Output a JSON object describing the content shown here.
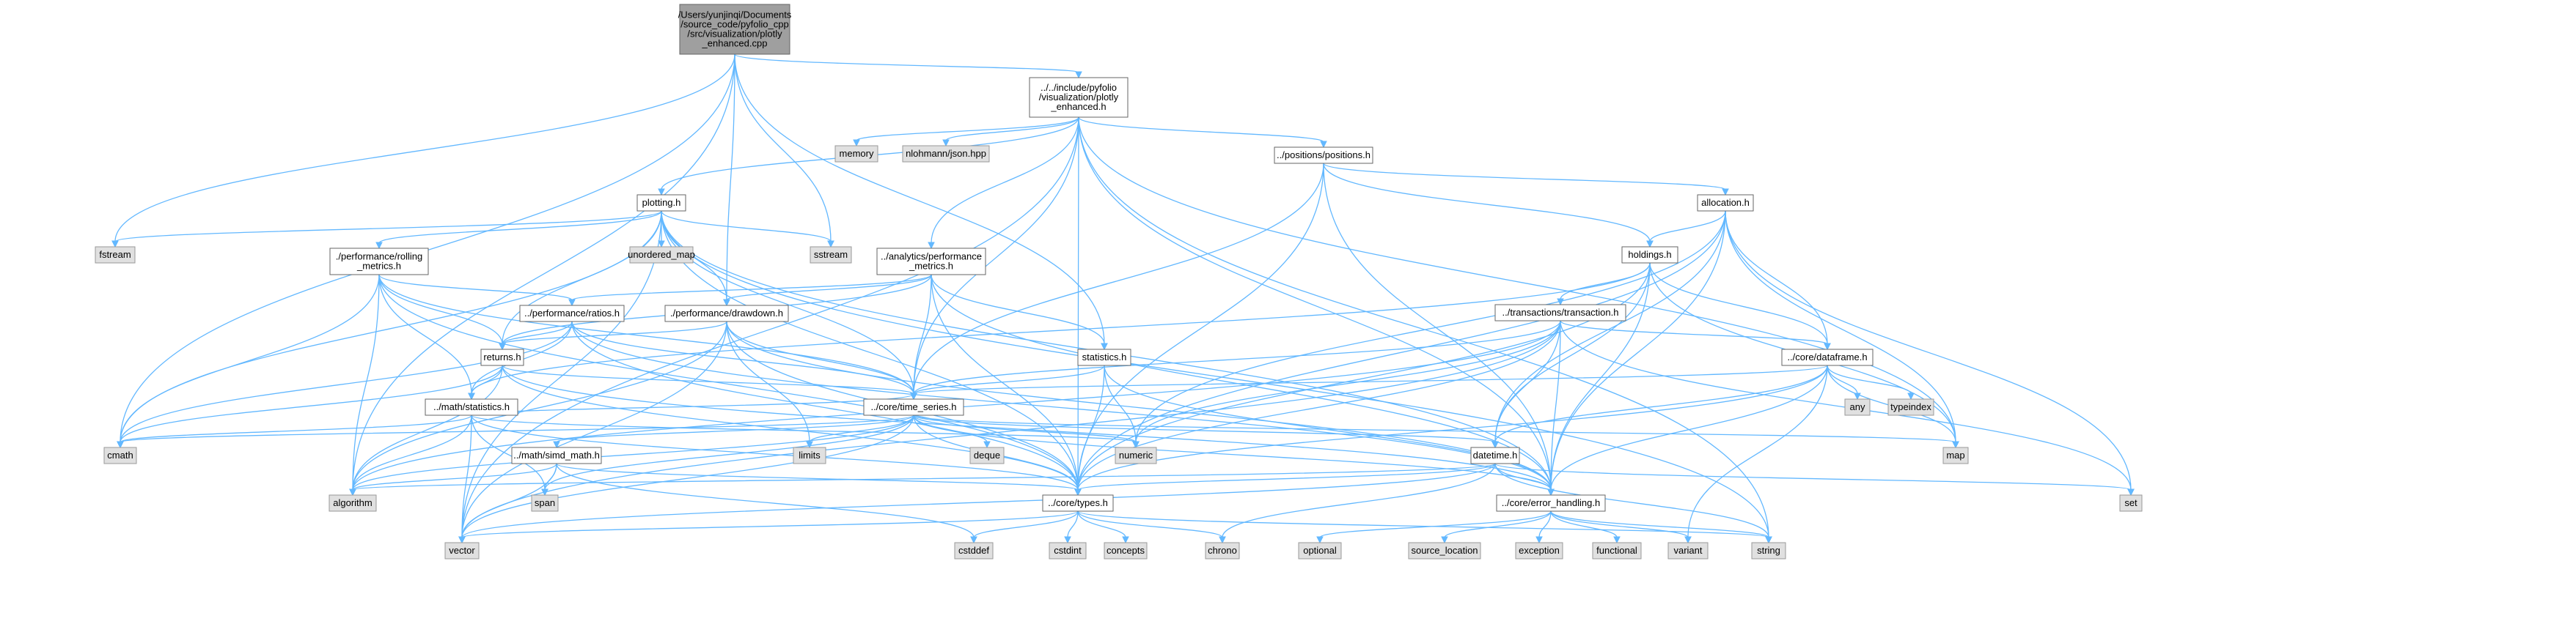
{
  "diagram": {
    "title": "",
    "colors": {
      "edge": "#63b8ff",
      "root_fill": "#9f9f9f",
      "system_fill": "#e0e0e0",
      "local_fill": "#ffffff",
      "border": "#666666"
    },
    "nodes": [
      {
        "id": "root",
        "lines": [
          "/Users/yunjinqi/Documents",
          "/source_code/pyfolio_cpp",
          "/src/visualization/plotly",
          "_enhanced.cpp"
        ],
        "kind": "root"
      },
      {
        "id": "plotly_h",
        "lines": [
          "../../include/pyfolio",
          "/visualization/plotly",
          "_enhanced.h"
        ],
        "kind": "local"
      },
      {
        "id": "memory",
        "lines": [
          "memory"
        ],
        "kind": "system"
      },
      {
        "id": "json",
        "lines": [
          "nlohmann/json.hpp"
        ],
        "kind": "system"
      },
      {
        "id": "positions",
        "lines": [
          "../positions/positions.h"
        ],
        "kind": "local"
      },
      {
        "id": "plotting",
        "lines": [
          "plotting.h"
        ],
        "kind": "local"
      },
      {
        "id": "allocation",
        "lines": [
          "allocation.h"
        ],
        "kind": "local"
      },
      {
        "id": "fstream",
        "lines": [
          "fstream"
        ],
        "kind": "system"
      },
      {
        "id": "unordered_map",
        "lines": [
          "unordered_map"
        ],
        "kind": "system"
      },
      {
        "id": "sstream",
        "lines": [
          "sstream"
        ],
        "kind": "system"
      },
      {
        "id": "rolling",
        "lines": [
          "./performance/rolling",
          "_metrics.h"
        ],
        "kind": "local"
      },
      {
        "id": "analytics",
        "lines": [
          "../analytics/performance",
          "_metrics.h"
        ],
        "kind": "local"
      },
      {
        "id": "holdings",
        "lines": [
          "holdings.h"
        ],
        "kind": "local"
      },
      {
        "id": "ratios",
        "lines": [
          "../performance/ratios.h"
        ],
        "kind": "local"
      },
      {
        "id": "drawdown",
        "lines": [
          "./performance/drawdown.h"
        ],
        "kind": "local"
      },
      {
        "id": "transaction",
        "lines": [
          "../transactions/transaction.h"
        ],
        "kind": "local"
      },
      {
        "id": "returns",
        "lines": [
          "returns.h"
        ],
        "kind": "local"
      },
      {
        "id": "statistics_h",
        "lines": [
          "statistics.h"
        ],
        "kind": "local"
      },
      {
        "id": "dataframe",
        "lines": [
          "../core/dataframe.h"
        ],
        "kind": "local"
      },
      {
        "id": "math_stats",
        "lines": [
          "../math/statistics.h"
        ],
        "kind": "local"
      },
      {
        "id": "time_series",
        "lines": [
          "../core/time_series.h"
        ],
        "kind": "local"
      },
      {
        "id": "any",
        "lines": [
          "any"
        ],
        "kind": "system"
      },
      {
        "id": "typeindex",
        "lines": [
          "typeindex"
        ],
        "kind": "system"
      },
      {
        "id": "cmath",
        "lines": [
          "cmath"
        ],
        "kind": "system"
      },
      {
        "id": "limits",
        "lines": [
          "limits"
        ],
        "kind": "system"
      },
      {
        "id": "deque",
        "lines": [
          "deque"
        ],
        "kind": "system"
      },
      {
        "id": "numeric",
        "lines": [
          "numeric"
        ],
        "kind": "system"
      },
      {
        "id": "map",
        "lines": [
          "map"
        ],
        "kind": "system"
      },
      {
        "id": "simd",
        "lines": [
          "../math/simd_math.h"
        ],
        "kind": "local"
      },
      {
        "id": "datetime",
        "lines": [
          "datetime.h"
        ],
        "kind": "local"
      },
      {
        "id": "algorithm",
        "lines": [
          "algorithm"
        ],
        "kind": "system"
      },
      {
        "id": "span",
        "lines": [
          "span"
        ],
        "kind": "system"
      },
      {
        "id": "types",
        "lines": [
          "../core/types.h"
        ],
        "kind": "local"
      },
      {
        "id": "error",
        "lines": [
          "../core/error_handling.h"
        ],
        "kind": "local"
      },
      {
        "id": "set",
        "lines": [
          "set"
        ],
        "kind": "system"
      },
      {
        "id": "vector",
        "lines": [
          "vector"
        ],
        "kind": "system"
      },
      {
        "id": "cstddef",
        "lines": [
          "cstddef"
        ],
        "kind": "system"
      },
      {
        "id": "cstdint",
        "lines": [
          "cstdint"
        ],
        "kind": "system"
      },
      {
        "id": "concepts",
        "lines": [
          "concepts"
        ],
        "kind": "system"
      },
      {
        "id": "chrono",
        "lines": [
          "chrono"
        ],
        "kind": "system"
      },
      {
        "id": "optional",
        "lines": [
          "optional"
        ],
        "kind": "system"
      },
      {
        "id": "source_location",
        "lines": [
          "source_location"
        ],
        "kind": "system"
      },
      {
        "id": "exception",
        "lines": [
          "exception"
        ],
        "kind": "system"
      },
      {
        "id": "functional",
        "lines": [
          "functional"
        ],
        "kind": "system"
      },
      {
        "id": "variant",
        "lines": [
          "variant"
        ],
        "kind": "system"
      },
      {
        "id": "string",
        "lines": [
          "string"
        ],
        "kind": "system"
      }
    ],
    "edges": [
      [
        "root",
        "plotly_h"
      ],
      [
        "root",
        "drawdown"
      ],
      [
        "root",
        "sstream"
      ],
      [
        "root",
        "statistics_h"
      ],
      [
        "root",
        "fstream"
      ],
      [
        "root",
        "cmath"
      ],
      [
        "root",
        "algorithm"
      ],
      [
        "plotly_h",
        "memory"
      ],
      [
        "plotly_h",
        "json"
      ],
      [
        "plotly_h",
        "positions"
      ],
      [
        "plotly_h",
        "plotting"
      ],
      [
        "plotly_h",
        "analytics"
      ],
      [
        "plotly_h",
        "time_series"
      ],
      [
        "plotly_h",
        "types"
      ],
      [
        "plotly_h",
        "error"
      ],
      [
        "plotly_h",
        "map"
      ],
      [
        "plotly_h",
        "string"
      ],
      [
        "plotly_h",
        "vector"
      ],
      [
        "positions",
        "allocation"
      ],
      [
        "positions",
        "holdings"
      ],
      [
        "positions",
        "time_series"
      ],
      [
        "positions",
        "types"
      ],
      [
        "positions",
        "error"
      ],
      [
        "plotting",
        "fstream"
      ],
      [
        "plotting",
        "unordered_map"
      ],
      [
        "plotting",
        "sstream"
      ],
      [
        "plotting",
        "rolling"
      ],
      [
        "plotting",
        "drawdown"
      ],
      [
        "plotting",
        "returns"
      ],
      [
        "plotting",
        "time_series"
      ],
      [
        "plotting",
        "types"
      ],
      [
        "plotting",
        "error"
      ],
      [
        "plotting",
        "cmath"
      ],
      [
        "plotting",
        "vector"
      ],
      [
        "plotting",
        "string"
      ],
      [
        "allocation",
        "holdings"
      ],
      [
        "allocation",
        "dataframe"
      ],
      [
        "allocation",
        "datetime"
      ],
      [
        "allocation",
        "types"
      ],
      [
        "allocation",
        "error"
      ],
      [
        "allocation",
        "map"
      ],
      [
        "allocation",
        "set"
      ],
      [
        "allocation",
        "numeric"
      ],
      [
        "rolling",
        "ratios"
      ],
      [
        "rolling",
        "returns"
      ],
      [
        "rolling",
        "math_stats"
      ],
      [
        "rolling",
        "time_series"
      ],
      [
        "rolling",
        "cmath"
      ],
      [
        "rolling",
        "algorithm"
      ],
      [
        "rolling",
        "types"
      ],
      [
        "analytics",
        "ratios"
      ],
      [
        "analytics",
        "drawdown"
      ],
      [
        "analytics",
        "statistics_h"
      ],
      [
        "analytics",
        "returns"
      ],
      [
        "analytics",
        "time_series"
      ],
      [
        "analytics",
        "types"
      ],
      [
        "analytics",
        "error"
      ],
      [
        "holdings",
        "transaction"
      ],
      [
        "holdings",
        "dataframe"
      ],
      [
        "holdings",
        "datetime"
      ],
      [
        "holdings",
        "types"
      ],
      [
        "holdings",
        "error"
      ],
      [
        "holdings",
        "map"
      ],
      [
        "holdings",
        "math_stats"
      ],
      [
        "ratios",
        "returns"
      ],
      [
        "ratios",
        "math_stats"
      ],
      [
        "ratios",
        "time_series"
      ],
      [
        "ratios",
        "types"
      ],
      [
        "ratios",
        "cmath"
      ],
      [
        "ratios",
        "error"
      ],
      [
        "drawdown",
        "returns"
      ],
      [
        "drawdown",
        "time_series"
      ],
      [
        "drawdown",
        "types"
      ],
      [
        "drawdown",
        "error"
      ],
      [
        "drawdown",
        "limits"
      ],
      [
        "drawdown",
        "algorithm"
      ],
      [
        "drawdown",
        "vector"
      ],
      [
        "transaction",
        "dataframe"
      ],
      [
        "transaction",
        "datetime"
      ],
      [
        "transaction",
        "time_series"
      ],
      [
        "transaction",
        "types"
      ],
      [
        "transaction",
        "error"
      ],
      [
        "transaction",
        "numeric"
      ],
      [
        "transaction",
        "algorithm"
      ],
      [
        "transaction",
        "set"
      ],
      [
        "transaction",
        "vector"
      ],
      [
        "returns",
        "math_stats"
      ],
      [
        "returns",
        "time_series"
      ],
      [
        "returns",
        "types"
      ],
      [
        "returns",
        "error"
      ],
      [
        "returns",
        "cmath"
      ],
      [
        "returns",
        "algorithm"
      ],
      [
        "statistics_h",
        "time_series"
      ],
      [
        "statistics_h",
        "types"
      ],
      [
        "statistics_h",
        "error"
      ],
      [
        "statistics_h",
        "numeric"
      ],
      [
        "dataframe",
        "time_series"
      ],
      [
        "dataframe",
        "any"
      ],
      [
        "dataframe",
        "typeindex"
      ],
      [
        "dataframe",
        "map"
      ],
      [
        "dataframe",
        "datetime"
      ],
      [
        "dataframe",
        "types"
      ],
      [
        "dataframe",
        "error"
      ],
      [
        "dataframe",
        "variant"
      ],
      [
        "math_stats",
        "time_series"
      ],
      [
        "math_stats",
        "types"
      ],
      [
        "math_stats",
        "cmath"
      ],
      [
        "math_stats",
        "algorithm"
      ],
      [
        "math_stats",
        "span"
      ],
      [
        "math_stats",
        "numeric"
      ],
      [
        "math_stats",
        "vector"
      ],
      [
        "time_series",
        "cmath"
      ],
      [
        "time_series",
        "limits"
      ],
      [
        "time_series",
        "deque"
      ],
      [
        "time_series",
        "numeric"
      ],
      [
        "time_series",
        "map"
      ],
      [
        "time_series",
        "simd"
      ],
      [
        "time_series",
        "datetime"
      ],
      [
        "time_series",
        "algorithm"
      ],
      [
        "time_series",
        "span"
      ],
      [
        "time_series",
        "types"
      ],
      [
        "time_series",
        "error"
      ],
      [
        "time_series",
        "vector"
      ],
      [
        "simd",
        "algorithm"
      ],
      [
        "simd",
        "span"
      ],
      [
        "simd",
        "types"
      ],
      [
        "simd",
        "cstddef"
      ],
      [
        "simd",
        "vector"
      ],
      [
        "datetime",
        "types"
      ],
      [
        "datetime",
        "error"
      ],
      [
        "datetime",
        "chrono"
      ],
      [
        "datetime",
        "set"
      ],
      [
        "datetime",
        "string"
      ],
      [
        "datetime",
        "algorithm"
      ],
      [
        "datetime",
        "vector"
      ],
      [
        "types",
        "vector"
      ],
      [
        "types",
        "cstddef"
      ],
      [
        "types",
        "cstdint"
      ],
      [
        "types",
        "concepts"
      ],
      [
        "types",
        "chrono"
      ],
      [
        "types",
        "string"
      ],
      [
        "error",
        "source_location"
      ],
      [
        "error",
        "exception"
      ],
      [
        "error",
        "functional"
      ],
      [
        "error",
        "optional"
      ],
      [
        "error",
        "variant"
      ],
      [
        "error",
        "string"
      ]
    ]
  }
}
